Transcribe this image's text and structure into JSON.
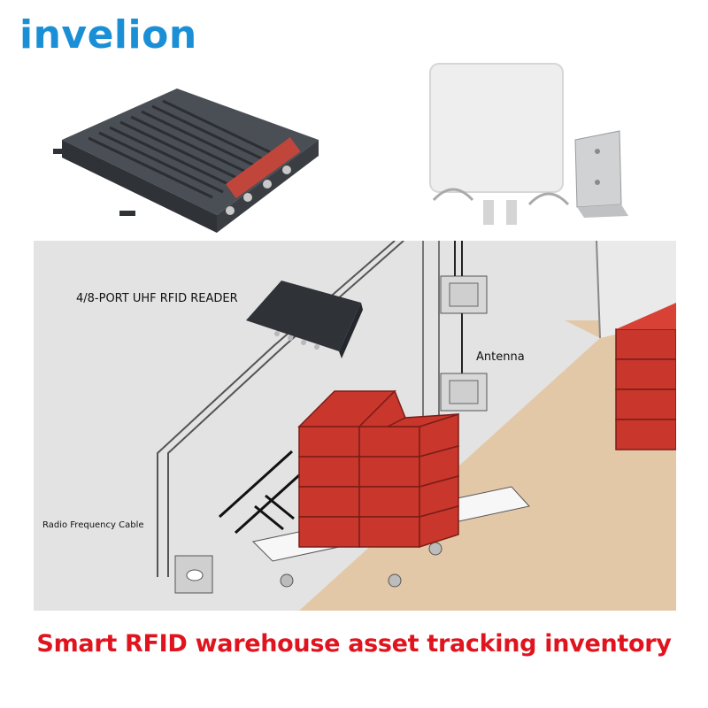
{
  "brand": {
    "name": "invelion",
    "color": "#1a8fd6"
  },
  "labels": {
    "reader": "4/8-PORT UHF RFID READER",
    "antenna": "Antenna",
    "cable": "Radio Frequency Cable"
  },
  "caption": {
    "text": "Smart RFID warehouse asset tracking inventory",
    "color": "#e0141e"
  },
  "colors": {
    "box": "#c9362c",
    "wall": "#e3e3e3",
    "floor": "#e3c8a8",
    "reader": "#3a3d42"
  }
}
